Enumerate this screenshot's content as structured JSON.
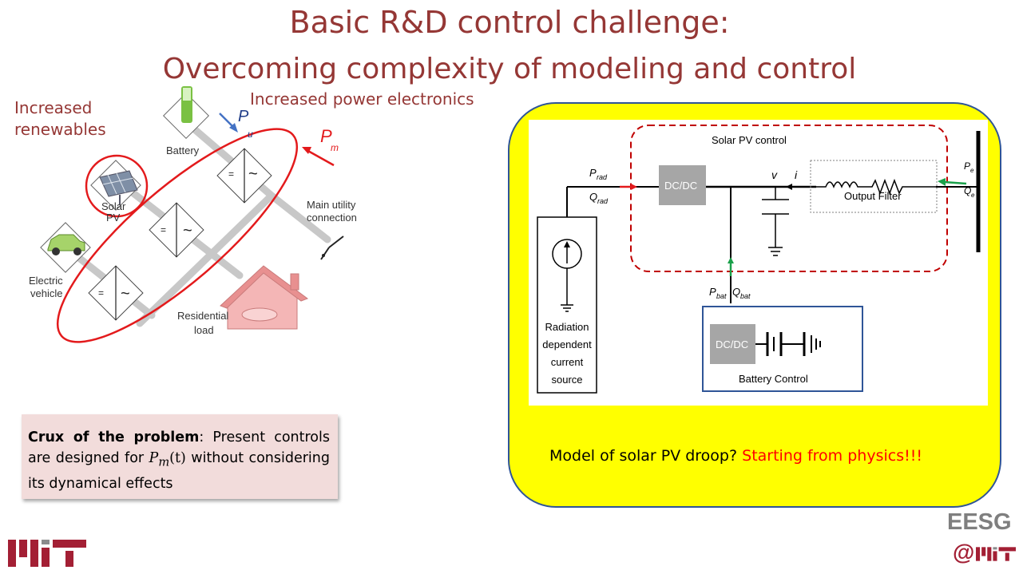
{
  "slide": {
    "title_line1": "Basic R&D control challenge:",
    "title_line2": "Overcoming complexity of modeling and control"
  },
  "left_diagram": {
    "label_renewables_1": "Increased",
    "label_renewables_2": "renewables",
    "label_power_electronics": "Increased power electronics",
    "battery": "Battery",
    "solar_1": "Solar",
    "solar_2": "PV",
    "ev_1": "Electric",
    "ev_2": "vehicle",
    "utility_1": "Main utility",
    "utility_2": "connection",
    "residential_1": "Residential",
    "residential_2": "load",
    "converter_eq": "=",
    "converter_ac": "~",
    "pu": "P",
    "pu_sub": "u",
    "pm": "P",
    "pm_sub": "m"
  },
  "crux": {
    "bold": "Crux of the problem",
    "text_a": ": Present controls are designed for",
    "math": "P",
    "math_sub": "m",
    "math_arg": "(t)",
    "text_b": "without considering its dynamical effects"
  },
  "circuit": {
    "solar_pv_control": "Solar PV control",
    "dcdc": "DC/DC",
    "output_filter": "Output Filter",
    "p_rad": "P",
    "p_rad_sub": "rad",
    "q_rad": "Q",
    "q_rad_sub": "rad",
    "v": "v",
    "i": "i",
    "p_e": "P",
    "p_e_sub": "e",
    "q_e": "Q",
    "q_e_sub": "e",
    "p_bat": "P",
    "p_bat_sub": "bat",
    "q_bat": "Q",
    "q_bat_sub": "bat",
    "battery_dcdc": "DC/DC",
    "battery_control": "Battery Control",
    "source_1": "Radiation",
    "source_2": "dependent",
    "source_3": "current",
    "source_4": "source"
  },
  "model_question": "Model of solar PV droop?",
  "model_answer": "Starting from physics!!!",
  "footer": {
    "eesg": "EESG",
    "at": "@",
    "mit_logo_text": "MIT"
  },
  "colors": {
    "title": "#953735",
    "yellow_panel": "#ffff00",
    "panel_border": "#2f5597",
    "red": "#ff0000",
    "crux_bg": "#f2dcdb",
    "mit_red": "#a31f34"
  }
}
